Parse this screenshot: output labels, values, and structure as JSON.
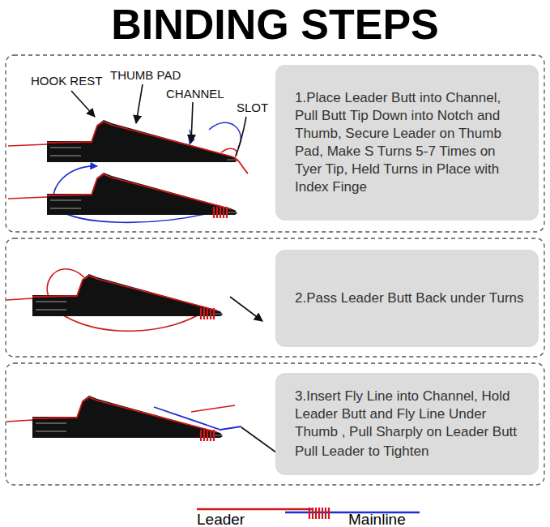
{
  "diagram": {
    "title": "BINDING STEPS",
    "nodes": [
      {
        "text": [
          "1.Place Leader Butt into Channel, Pull Butt Tip Down into Notch and Thumb, Secure Leader on Thumb Pad, Make S Turns 5-7 Times on Tyer Tip, Held Turns in Place with Index Finge"
        ]
      },
      {
        "text": [
          "2.Pass Leader Butt Back under Turns"
        ]
      },
      {
        "text": [
          "3.Insert Fly Line into Channel, Hold Leader Butt and Fly Line Under Thumb , Pull Sharply on Leader Butt",
          "Pull Leader to Tighten"
        ]
      }
    ],
    "labels": [
      "HOOK REST",
      "THUMB PAD",
      "CHANNEL",
      "SLOT"
    ],
    "legend": [
      {
        "text": "Leader"
      },
      {
        "text": "Mainline"
      }
    ]
  }
}
